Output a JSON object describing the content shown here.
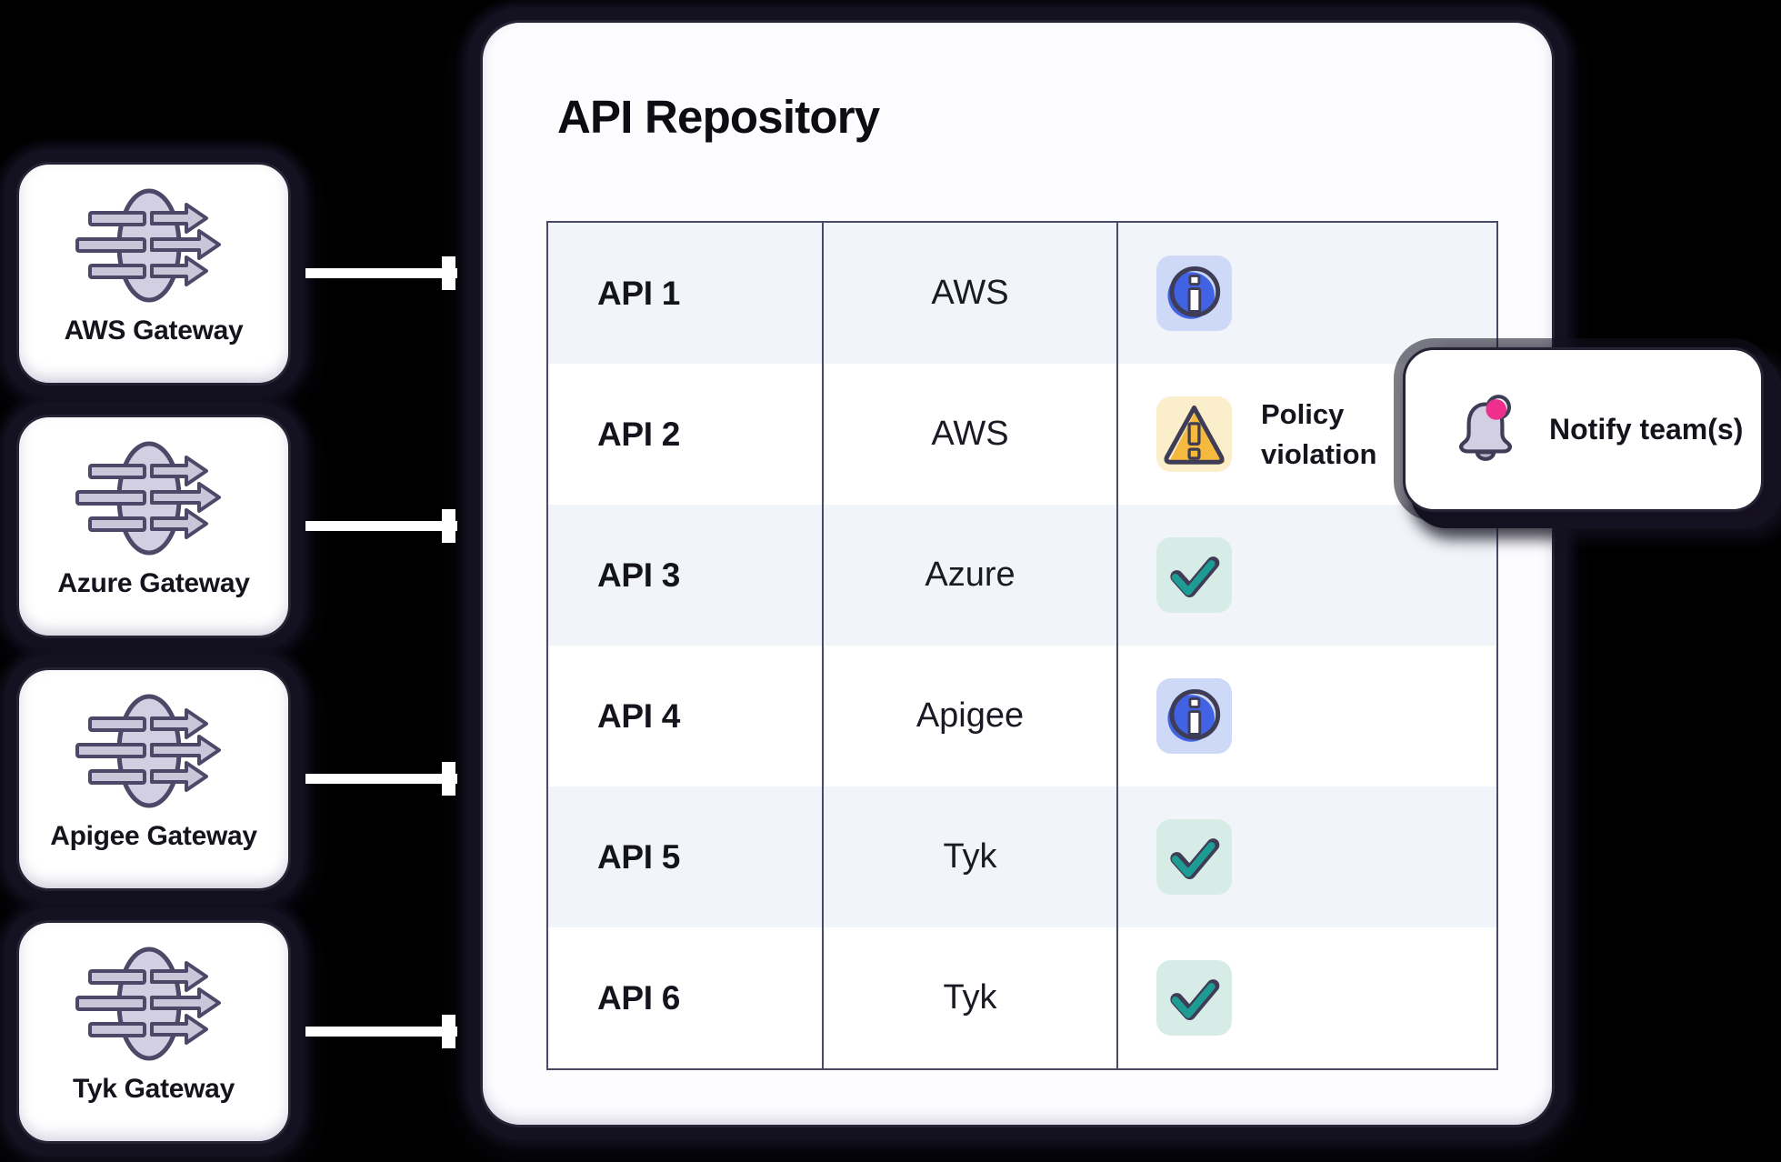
{
  "colors": {
    "background": "#000000",
    "card_bg": "#ffffff",
    "panel_bg": "#fdfdff",
    "text_dark": "#15141d",
    "title": "#0d0c13",
    "table_line": "#4b4967",
    "row_light": "#f1f5fa",
    "navy": "#3f3d56",
    "blue": "#4262e4",
    "info_bg": "#cdd9f7",
    "amber": "#f5b93e",
    "warn_bg": "#fbeecb",
    "teal": "#1d9c93",
    "check_bg": "#d7ebe7",
    "pink": "#ee2f8e",
    "lavender": "#d2cfe2",
    "lavender_stroke": "#4c4968",
    "bar_fill": "#c9c6da",
    "clapper": "#b7b3ca",
    "connector": "#ffffff"
  },
  "gateways": {
    "items": [
      {
        "label": "AWS Gateway",
        "icon": "gateway-icon"
      },
      {
        "label": "Azure Gateway",
        "icon": "gateway-icon"
      },
      {
        "label": "Apigee Gateway",
        "icon": "gateway-icon"
      },
      {
        "label": "Tyk Gateway",
        "icon": "gateway-icon"
      }
    ]
  },
  "panel": {
    "title": "API Repository",
    "table": {
      "rows": [
        {
          "api": "API 1",
          "provider": "AWS",
          "status": "info",
          "status_icon": "info-icon",
          "status_label": ""
        },
        {
          "api": "API 2",
          "provider": "AWS",
          "status": "warning",
          "status_icon": "warning-icon",
          "status_label": "Policy violation"
        },
        {
          "api": "API 3",
          "provider": "Azure",
          "status": "check",
          "status_icon": "check-icon",
          "status_label": ""
        },
        {
          "api": "API 4",
          "provider": "Apigee",
          "status": "info",
          "status_icon": "info-icon",
          "status_label": ""
        },
        {
          "api": "API 5",
          "provider": "Tyk",
          "status": "check",
          "status_icon": "check-icon",
          "status_label": ""
        },
        {
          "api": "API 6",
          "provider": "Tyk",
          "status": "check",
          "status_icon": "check-icon",
          "status_label": ""
        }
      ]
    }
  },
  "callout": {
    "label": "Notify team(s)",
    "icon": "bell-icon"
  }
}
